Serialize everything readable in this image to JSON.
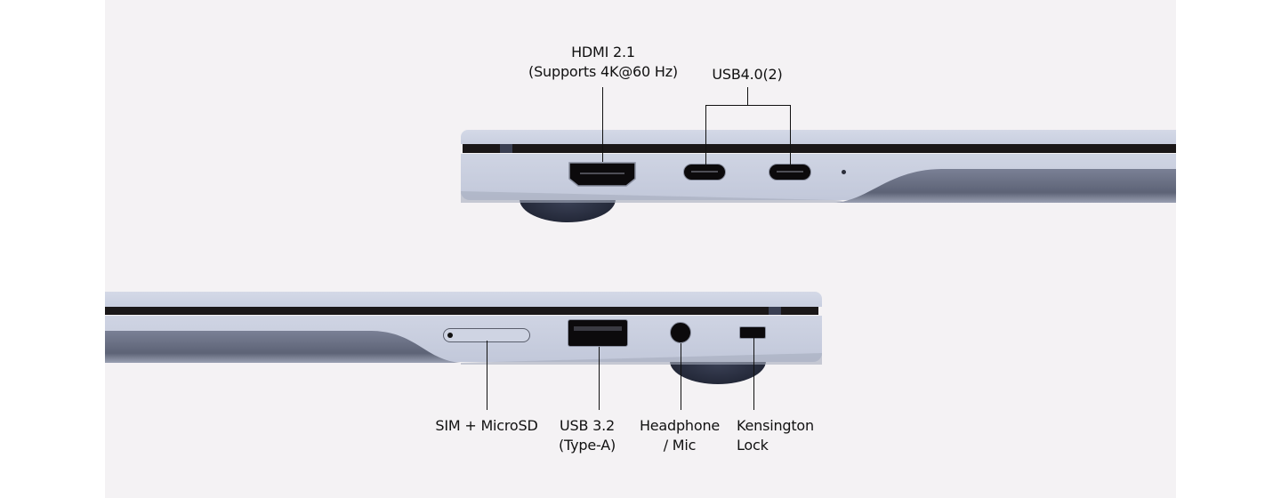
{
  "figure": {
    "background": "#f4f2f4",
    "chassis_color": "#c9cfe0",
    "shadow_color": "#5c6275"
  },
  "top_view": {
    "side": "right",
    "ports": [
      {
        "id": "hdmi",
        "label_line1": "HDMI 2.1",
        "label_line2": "(Supports 4K@60 Hz)"
      },
      {
        "id": "usb4",
        "label_line1": "USB4.0(2)",
        "count": 2
      }
    ]
  },
  "bottom_view": {
    "side": "left",
    "ports": [
      {
        "id": "sim-microsd",
        "label_line1": "SIM + MicroSD",
        "label_line2": ""
      },
      {
        "id": "usb-a",
        "label_line1": "USB 3.2",
        "label_line2": "(Type-A)"
      },
      {
        "id": "headphone",
        "label_line1": "Headphone",
        "label_line2": "/ Mic"
      },
      {
        "id": "kensington",
        "label_line1": "Kensington",
        "label_line2": "Lock"
      }
    ]
  }
}
